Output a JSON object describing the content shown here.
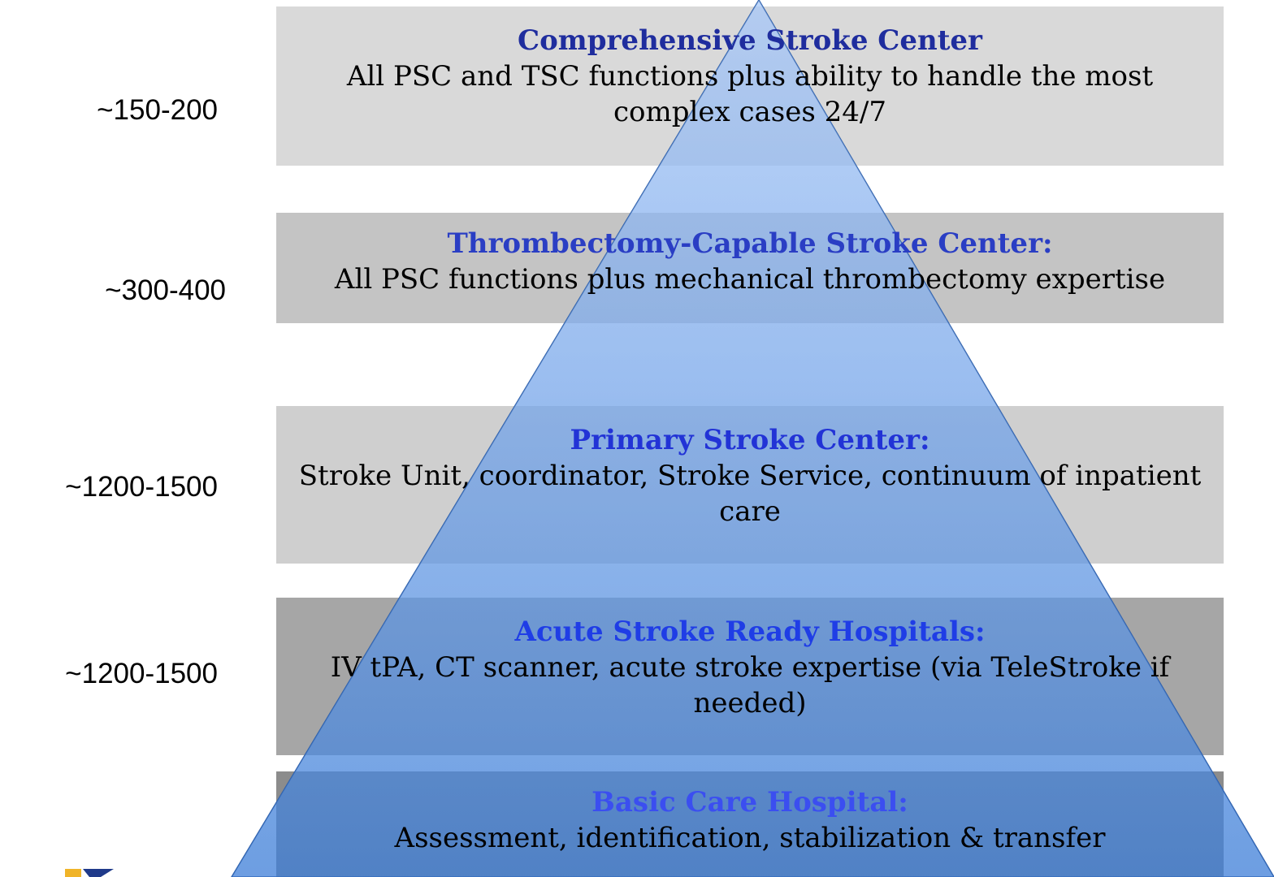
{
  "tiers": [
    {
      "title": "Comprehensive Stroke Center",
      "desc": "All PSC and TSC functions plus ability to handle the most complex cases 24/7",
      "count": "~150-200",
      "band_color": "#d9d9d9",
      "title_color": "#1f2d9e"
    },
    {
      "title": "Thrombectomy-Capable Stroke Center:",
      "desc": "All PSC functions plus mechanical thrombectomy expertise",
      "count": "~300-400",
      "band_color": "#c4c4c4",
      "title_color": "#2a3ec4"
    },
    {
      "title": "Primary Stroke Center:",
      "desc": "Stroke Unit, coordinator, Stroke Service, continuum of inpatient care",
      "count": "~1200-1500",
      "band_color": "#cfcfcf",
      "title_color": "#2233d6"
    },
    {
      "title": "Acute Stroke Ready Hospitals:",
      "desc": "IV tPA, CT scanner, acute stroke expertise (via TeleStroke if needed)",
      "count": "~1200-1500",
      "band_color": "#a6a6a6",
      "title_color": "#1f3de6"
    },
    {
      "title": "Basic Care Hospital:",
      "desc": "Assessment, identification, stabilization & transfer",
      "count": "",
      "band_color": "#8c8c8c",
      "title_color": "#3b4ef0"
    }
  ],
  "colors": {
    "pyramid_top": "#a8c8f8",
    "pyramid_bottom": "#3d7ed8",
    "pyramid_edge": "#2f5fa8"
  }
}
